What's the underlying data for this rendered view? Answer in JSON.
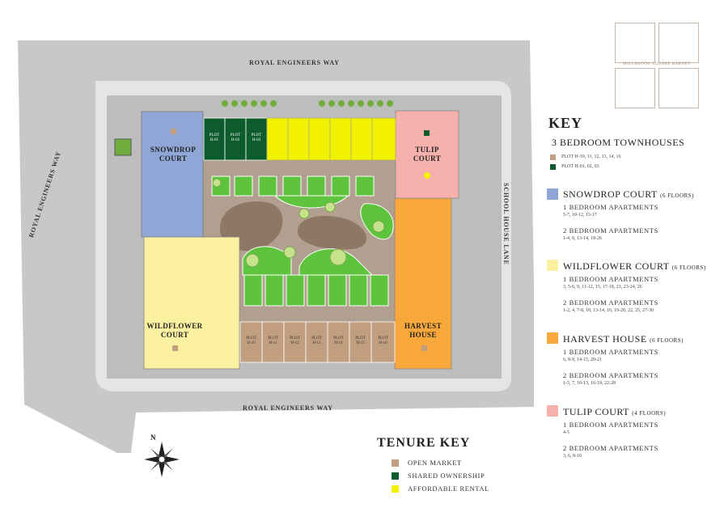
{
  "map": {
    "roads": {
      "top": "ROYAL ENGINEERS WAY",
      "bottom": "ROYAL ENGINEERS WAY",
      "left": "ROYAL ENGINEERS WAY",
      "right": "SCHOOL HOUSE LANE"
    },
    "buildings": {
      "snowdrop": "SNOWDROP\nCOURT",
      "tulip": "TULIP\nCOURT",
      "wildflower": "WILDFLOWER\nCOURT",
      "harvest": "HARVEST\nHOUSE"
    },
    "plots_top": [
      "PLOT\nH-01",
      "PLOT\nH-02",
      "PLOT\nH-03"
    ],
    "plots_bottom": [
      "PLOT\nH-10",
      "PLOT\nH-11",
      "PLOT\nH-12",
      "PLOT\nH-13",
      "PLOT\nH-14",
      "PLOT\nH-15",
      "PLOT\nH-16"
    ],
    "compass": "N",
    "logo_text": "MILLBROOK SQUARE BARNET"
  },
  "colors": {
    "road": "#c8c8c8",
    "pavement": "#e6e6e6",
    "snowdrop": "#8fa6d6",
    "wildflower": "#faf0a0",
    "harvest": "#f8a83a",
    "tulip": "#f6b1ad",
    "affordable": "#f2f200",
    "shared": "#0e5c2e",
    "open_market": "#c29e80",
    "grass": "#5ec43d",
    "courtyard": "#b1a08f",
    "soil": "#8f7766"
  },
  "key": {
    "title": "KEY",
    "townhouses": {
      "title": "3 BEDROOM TOWNHOUSES",
      "items": [
        "PLOT H-10, 11, 12, 13, 14, 16",
        "PLOT H-01, 02, 03"
      ]
    },
    "snowdrop": {
      "title": "SNOWDROP COURT",
      "floors": "(6 FLOORS)",
      "bed1": "1 BEDROOM APARTMENTS",
      "bed1_nums": "5-7, 10-12, 15-17",
      "bed2": "2 BEDROOM APARTMENTS",
      "bed2_nums": "1-4, 9, 13-14, 18-26"
    },
    "wildflower": {
      "title": "WILDFLOWER COURT",
      "floors": "(6 FLOORS)",
      "bed1": "1 BEDROOM APARTMENTS",
      "bed1_nums": "3, 5-6, 9, 11-12, 15, 17-18, 21, 23-24, 26",
      "bed2": "2 BEDROOM APARTMENTS",
      "bed2_nums": "1-2, 4, 7-8, 10, 13-14, 16, 19-20, 22, 25, 27-30"
    },
    "harvest": {
      "title": "HARVEST HOUSE",
      "floors": "(6 FLOORS)",
      "bed1": "1 BEDROOM APARTMENTS",
      "bed1_nums": "6, 8-9, 14-15, 20-21",
      "bed2": "2 BEDROOM APARTMENTS",
      "bed2_nums": "1-5, 7, 10-13, 16-19, 22-28"
    },
    "tulip": {
      "title": "TULIP COURT",
      "floors": "(4 FLOORS)",
      "bed1": "1 BEDROOM APARTMENTS",
      "bed1_nums": "4-5",
      "bed2": "2 BEDROOM APARTMENTS",
      "bed2_nums": "3, 6, 9-10"
    }
  },
  "tenure": {
    "title": "TENURE KEY",
    "items": [
      "OPEN MARKET",
      "SHARED OWNERSHIP",
      "AFFORDABLE RENTAL"
    ]
  }
}
